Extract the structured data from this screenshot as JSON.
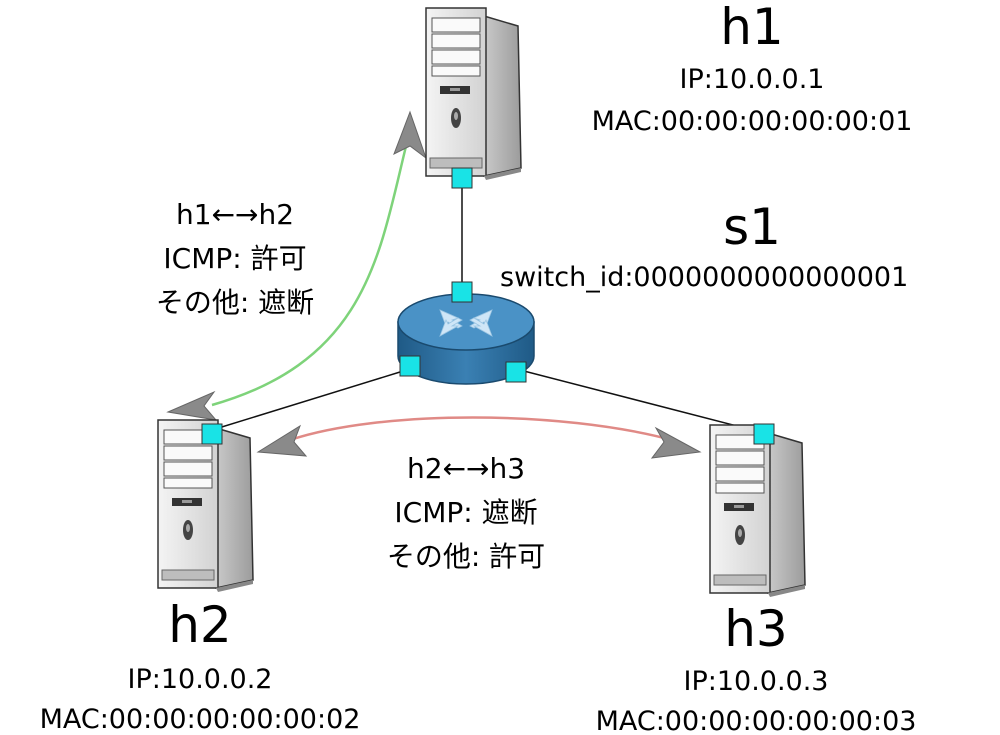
{
  "hosts": [
    {
      "id": "h1",
      "name": "h1",
      "ip": "IP:10.0.0.1",
      "mac": "MAC:00:00:00:00:00:01"
    },
    {
      "id": "h2",
      "name": "h2",
      "ip": "IP:10.0.0.2",
      "mac": "MAC:00:00:00:00:00:02"
    },
    {
      "id": "h3",
      "name": "h3",
      "ip": "IP:10.0.0.3",
      "mac": "MAC:00:00:00:00:00:03"
    }
  ],
  "switch": {
    "name": "s1",
    "id_label": "switch_id:0000000000000001"
  },
  "flows": [
    {
      "title": "h1←→h2",
      "rule1": "ICMP: 許可",
      "rule2": "その他: 遮断",
      "color": "#7ed37a"
    },
    {
      "title": "h2←→h3",
      "rule1": "ICMP: 遮断",
      "rule2": "その他: 許可",
      "color": "#e08a86"
    }
  ],
  "colors": {
    "port": "#19e3e6",
    "router": "#2c6e9e",
    "arrowhead": "#8a8a8a"
  },
  "icons": [
    "server-icon",
    "router-icon"
  ]
}
